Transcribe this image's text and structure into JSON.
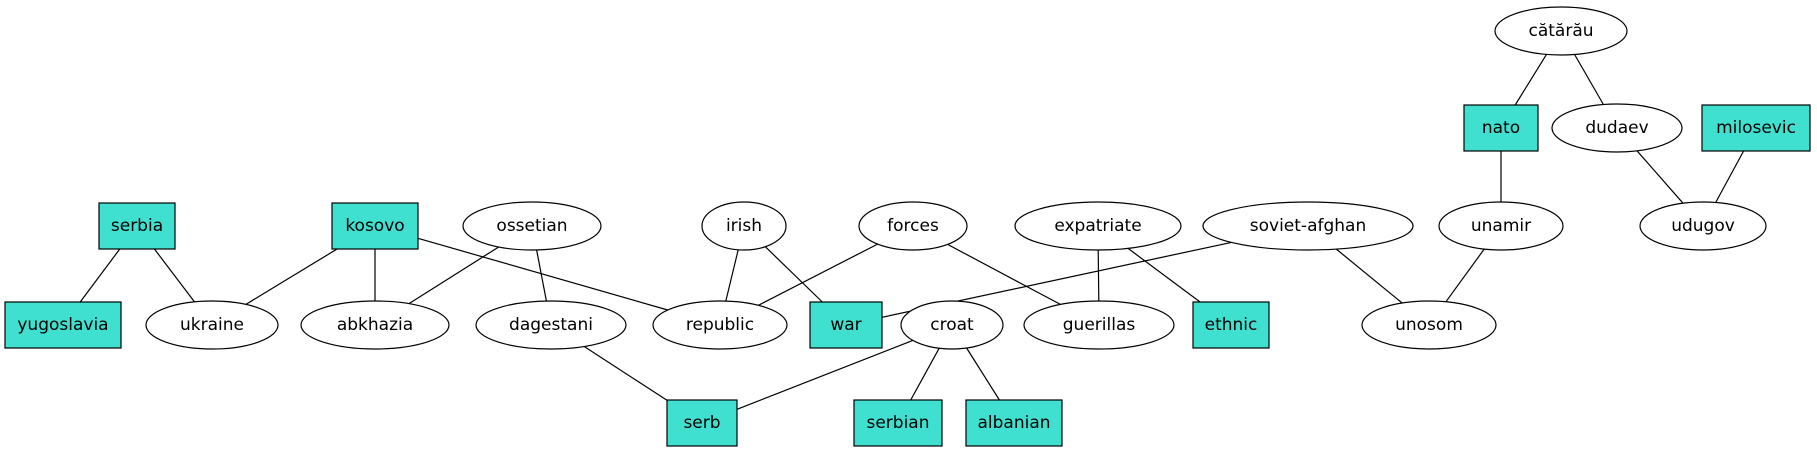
{
  "colors": {
    "box_fill": "#40e0d0",
    "ellipse_fill": "#ffffff",
    "stroke": "#000000"
  },
  "nodes": [
    {
      "id": "catarau",
      "label": "cătărău",
      "shape": "ellipse"
    },
    {
      "id": "nato",
      "label": "nato",
      "shape": "box"
    },
    {
      "id": "dudaev",
      "label": "dudaev",
      "shape": "ellipse"
    },
    {
      "id": "milosevic",
      "label": "milosevic",
      "shape": "box"
    },
    {
      "id": "serbia",
      "label": "serbia",
      "shape": "box"
    },
    {
      "id": "kosovo",
      "label": "kosovo",
      "shape": "box"
    },
    {
      "id": "ossetian",
      "label": "ossetian",
      "shape": "ellipse"
    },
    {
      "id": "irish",
      "label": "irish",
      "shape": "ellipse"
    },
    {
      "id": "forces",
      "label": "forces",
      "shape": "ellipse"
    },
    {
      "id": "expatriate",
      "label": "expatriate",
      "shape": "ellipse"
    },
    {
      "id": "soviet_afghan",
      "label": "soviet-afghan",
      "shape": "ellipse"
    },
    {
      "id": "unamir",
      "label": "unamir",
      "shape": "ellipse"
    },
    {
      "id": "udugov",
      "label": "udugov",
      "shape": "ellipse"
    },
    {
      "id": "yugoslavia",
      "label": "yugoslavia",
      "shape": "box"
    },
    {
      "id": "ukraine",
      "label": "ukraine",
      "shape": "ellipse"
    },
    {
      "id": "abkhazia",
      "label": "abkhazia",
      "shape": "ellipse"
    },
    {
      "id": "dagestani",
      "label": "dagestani",
      "shape": "ellipse"
    },
    {
      "id": "republic",
      "label": "republic",
      "shape": "ellipse"
    },
    {
      "id": "war",
      "label": "war",
      "shape": "box"
    },
    {
      "id": "croat",
      "label": "croat",
      "shape": "ellipse"
    },
    {
      "id": "guerillas",
      "label": "guerillas",
      "shape": "ellipse"
    },
    {
      "id": "ethnic",
      "label": "ethnic",
      "shape": "box"
    },
    {
      "id": "unosom",
      "label": "unosom",
      "shape": "ellipse"
    },
    {
      "id": "serb",
      "label": "serb",
      "shape": "box"
    },
    {
      "id": "serbian",
      "label": "serbian",
      "shape": "box"
    },
    {
      "id": "albanian",
      "label": "albanian",
      "shape": "box"
    }
  ],
  "edges": [
    [
      "catarau",
      "nato"
    ],
    [
      "catarau",
      "dudaev"
    ],
    [
      "nato",
      "unamir"
    ],
    [
      "dudaev",
      "udugov"
    ],
    [
      "milosevic",
      "udugov"
    ],
    [
      "unamir",
      "unosom"
    ],
    [
      "soviet_afghan",
      "unosom"
    ],
    [
      "soviet_afghan",
      "war"
    ],
    [
      "serbia",
      "yugoslavia"
    ],
    [
      "serbia",
      "ukraine"
    ],
    [
      "kosovo",
      "ukraine"
    ],
    [
      "kosovo",
      "abkhazia"
    ],
    [
      "kosovo",
      "republic"
    ],
    [
      "ossetian",
      "abkhazia"
    ],
    [
      "ossetian",
      "dagestani"
    ],
    [
      "irish",
      "republic"
    ],
    [
      "irish",
      "war"
    ],
    [
      "forces",
      "republic"
    ],
    [
      "forces",
      "guerillas"
    ],
    [
      "expatriate",
      "guerillas"
    ],
    [
      "expatriate",
      "ethnic"
    ],
    [
      "dagestani",
      "serb"
    ],
    [
      "croat",
      "serb"
    ],
    [
      "croat",
      "serbian"
    ],
    [
      "croat",
      "albanian"
    ]
  ]
}
